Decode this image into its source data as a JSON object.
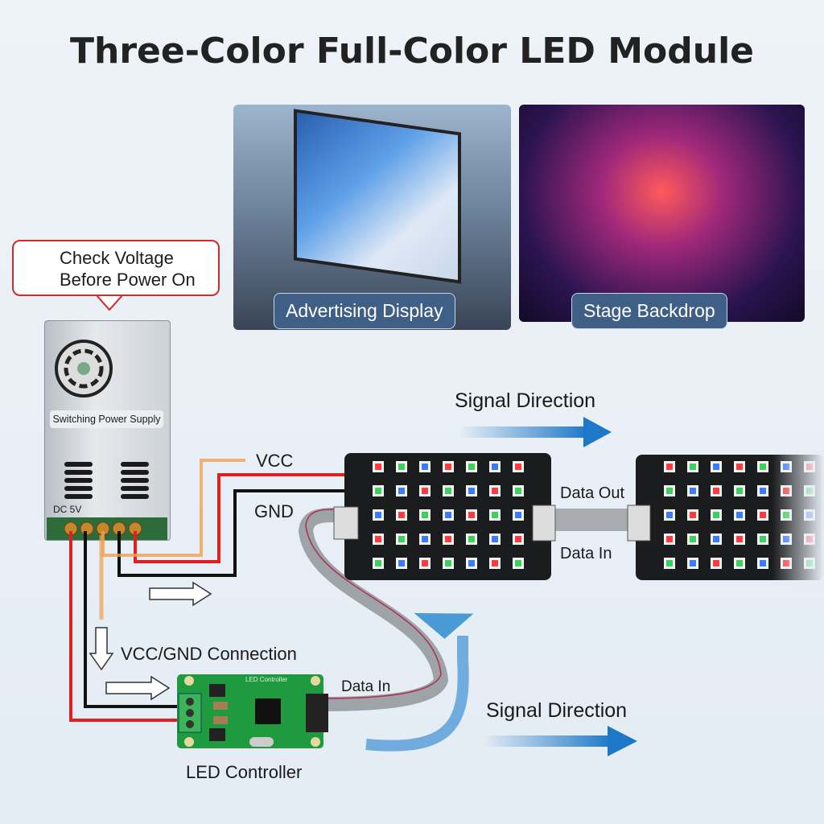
{
  "title": "Three-Color Full-Color LED Module",
  "warning": {
    "icon": "warning-triangle-icon",
    "line1": "Check Voltage",
    "line2": "Before Power On",
    "color": "#d02a2a"
  },
  "applications": [
    {
      "label": "Advertising Display"
    },
    {
      "label": "Stage Backdrop"
    }
  ],
  "power_supply": {
    "label": "Switching Power Supply",
    "voltage": "DC 5V"
  },
  "wires": {
    "vcc": "VCC",
    "gnd": "GND",
    "vcc_gnd": "VCC/GND Connection"
  },
  "controller": {
    "label": "LED Controller",
    "board_marking": "LED Controller",
    "data_in": "Data In"
  },
  "module": {
    "data_out": "Data Out",
    "data_in": "Data In"
  },
  "signal": {
    "top": "Signal Direction",
    "bottom": "Signal Direction",
    "arrow_color": "#1e78c8"
  },
  "colors": {
    "vcc_wire": "#e02020",
    "gnd_wire": "#111111",
    "accent_orange": "#f0a050"
  }
}
